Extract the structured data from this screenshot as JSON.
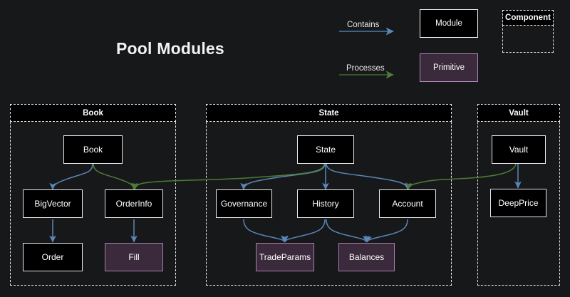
{
  "page": {
    "title": "Pool Modules",
    "background_color": "#17181a"
  },
  "legend": {
    "edges": [
      {
        "name": "contains",
        "label": "Contains",
        "color": "#4a7aab"
      },
      {
        "name": "processes",
        "label": "Processes",
        "color": "#3f6b2e"
      }
    ],
    "shapes": [
      {
        "name": "module",
        "label": "Module",
        "fill": "#000000",
        "border": "#ffffff"
      },
      {
        "name": "primitive",
        "label": "Primitive",
        "fill": "#3b2a3c",
        "border": "#b088ba"
      },
      {
        "name": "component",
        "label": "Component",
        "fill": "transparent",
        "border": "#e6e6e6"
      }
    ]
  },
  "containers": [
    {
      "name": "book",
      "label": "Book"
    },
    {
      "name": "state",
      "label": "State"
    },
    {
      "name": "vault",
      "label": "Vault"
    }
  ],
  "nodes": [
    {
      "id": "book",
      "label": "Book",
      "type": "module",
      "container": "book"
    },
    {
      "id": "bigvector",
      "label": "BigVector",
      "type": "module",
      "container": "book"
    },
    {
      "id": "orderinfo",
      "label": "OrderInfo",
      "type": "module",
      "container": "book"
    },
    {
      "id": "order",
      "label": "Order",
      "type": "module",
      "container": "book"
    },
    {
      "id": "fill",
      "label": "Fill",
      "type": "primitive",
      "container": "book"
    },
    {
      "id": "state",
      "label": "State",
      "type": "module",
      "container": "state"
    },
    {
      "id": "governance",
      "label": "Governance",
      "type": "module",
      "container": "state"
    },
    {
      "id": "history",
      "label": "History",
      "type": "module",
      "container": "state"
    },
    {
      "id": "account",
      "label": "Account",
      "type": "module",
      "container": "state"
    },
    {
      "id": "tradeparams",
      "label": "TradeParams",
      "type": "primitive",
      "container": "state"
    },
    {
      "id": "balances",
      "label": "Balances",
      "type": "primitive",
      "container": "state"
    },
    {
      "id": "vault",
      "label": "Vault",
      "type": "module",
      "container": "vault"
    },
    {
      "id": "deepprice",
      "label": "DeepPrice",
      "type": "module",
      "container": "vault"
    }
  ],
  "edges": [
    {
      "from": "book",
      "to": "bigvector",
      "kind": "contains"
    },
    {
      "from": "bigvector",
      "to": "order",
      "kind": "contains"
    },
    {
      "from": "orderinfo",
      "to": "fill",
      "kind": "contains"
    },
    {
      "from": "book",
      "to": "orderinfo",
      "kind": "processes"
    },
    {
      "from": "state",
      "to": "orderinfo",
      "kind": "processes"
    },
    {
      "from": "state",
      "to": "governance",
      "kind": "contains"
    },
    {
      "from": "state",
      "to": "history",
      "kind": "contains"
    },
    {
      "from": "state",
      "to": "account",
      "kind": "contains"
    },
    {
      "from": "governance",
      "to": "tradeparams",
      "kind": "contains"
    },
    {
      "from": "history",
      "to": "tradeparams",
      "kind": "contains"
    },
    {
      "from": "history",
      "to": "balances",
      "kind": "contains"
    },
    {
      "from": "account",
      "to": "balances",
      "kind": "contains"
    },
    {
      "from": "vault",
      "to": "account",
      "kind": "processes"
    },
    {
      "from": "vault",
      "to": "deepprice",
      "kind": "contains"
    }
  ]
}
